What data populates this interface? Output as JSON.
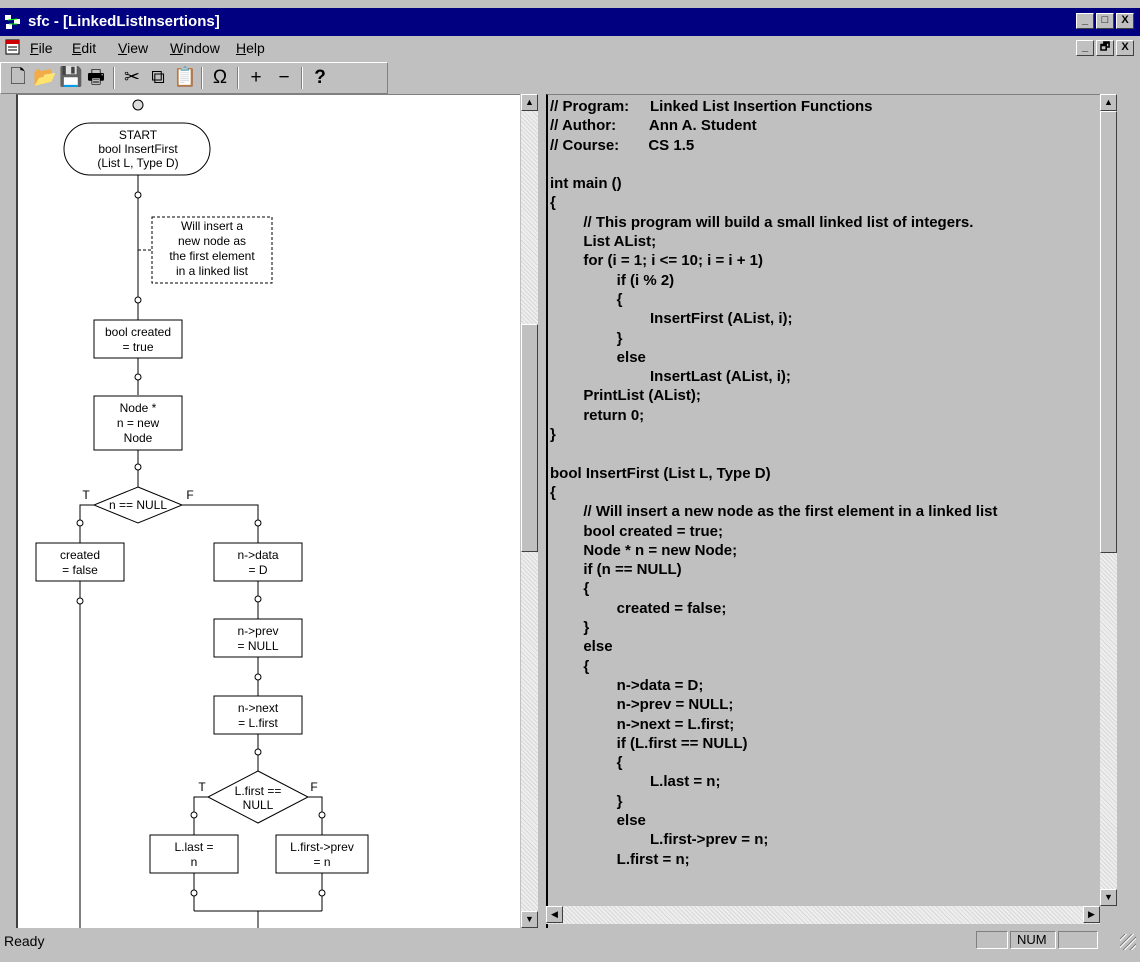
{
  "window": {
    "title": "sfc - [LinkedListInsertions]",
    "caption_buttons": [
      "_",
      "□",
      "X"
    ],
    "mdi_buttons": [
      "_",
      "🗗",
      "X"
    ]
  },
  "menu": {
    "items": [
      {
        "key": "F",
        "rest": "ile"
      },
      {
        "key": "E",
        "rest": "dit"
      },
      {
        "key": "V",
        "rest": "iew"
      },
      {
        "key": "W",
        "rest": "indow"
      },
      {
        "key": "H",
        "rest": "elp"
      }
    ]
  },
  "toolbar": {
    "buttons": [
      {
        "name": "new-file-icon",
        "glyph": "🗋"
      },
      {
        "name": "open-folder-icon",
        "glyph": "📂"
      },
      {
        "name": "save-icon",
        "glyph": "💾"
      },
      {
        "name": "print-icon",
        "glyph": "🖶"
      },
      {
        "name": "cut-icon",
        "glyph": "✂"
      },
      {
        "name": "copy-icon",
        "glyph": "⧉"
      },
      {
        "name": "paste-icon",
        "glyph": "📋"
      },
      {
        "name": "undo-icon",
        "glyph": "Ω"
      },
      {
        "name": "zoom-in-icon",
        "glyph": "+"
      },
      {
        "name": "zoom-out-icon",
        "glyph": "−"
      },
      {
        "name": "help-icon",
        "glyph": "?"
      }
    ]
  },
  "flowchart": {
    "start_line1": "START",
    "start_line2": "bool InsertFirst",
    "start_line3": "(List L, Type D)",
    "comment_line1": "Will insert a",
    "comment_line2": "new node as",
    "comment_line3": "the first element",
    "comment_line4": "in a linked list",
    "box_created_1": "bool created",
    "box_created_2": "= true",
    "box_node_1": "Node *",
    "box_node_2": "n = new",
    "box_node_3": "Node",
    "decision1": "n == NULL",
    "t1": "T",
    "f1": "F",
    "box_false_1": "created",
    "box_false_2": "= false",
    "box_data_1": "n->data",
    "box_data_2": "= D",
    "box_prev_1": "n->prev",
    "box_prev_2": "= NULL",
    "box_next_1": "n->next",
    "box_next_2": "= L.first",
    "decision2_1": "L.first ==",
    "decision2_2": "NULL",
    "t2": "T",
    "f2": "F",
    "box_last_1": "L.last =",
    "box_last_2": "n",
    "box_fprev_1": "L.first->prev",
    "box_fprev_2": "= n"
  },
  "code_lines": [
    "// Program:     Linked List Insertion Functions",
    "// Author:        Ann A. Student",
    "// Course:       CS 1.5",
    "",
    "int main ()",
    "{",
    "        // This program will build a small linked list of integers.",
    "        List AList;",
    "        for (i = 1; i <= 10; i = i + 1)",
    "                if (i % 2)",
    "                {",
    "                        InsertFirst (AList, i);",
    "                }",
    "                else",
    "                        InsertLast (AList, i);",
    "        PrintList (AList);",
    "        return 0;",
    "}",
    "",
    "bool InsertFirst (List L, Type D)",
    "{",
    "        // Will insert a new node as the first element in a linked list",
    "        bool created = true;",
    "        Node * n = new Node;",
    "        if (n == NULL)",
    "        {",
    "                created = false;",
    "        }",
    "        else",
    "        {",
    "                n->data = D;",
    "                n->prev = NULL;",
    "                n->next = L.first;",
    "                if (L.first == NULL)",
    "                {",
    "                        L.last = n;",
    "                }",
    "                else",
    "                        L.first->prev = n;",
    "                L.first = n;"
  ],
  "status": {
    "text": "Ready",
    "num": "NUM"
  }
}
